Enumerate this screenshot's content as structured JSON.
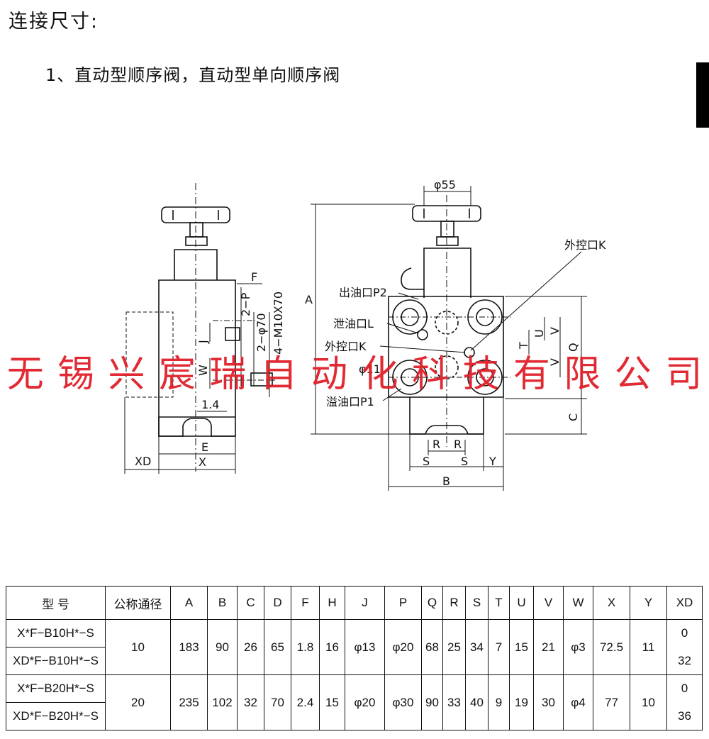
{
  "heading": "连接尺寸:",
  "subheading": "1、直动型顺序阀，直动型单向顺序阀",
  "watermark": [
    "无",
    "锡",
    "兴",
    "宸",
    "瑞",
    "自",
    "动",
    "化",
    "科",
    "技",
    "有",
    "限",
    "公",
    "司"
  ],
  "drawing_labels": {
    "phi55": "φ55",
    "outer_k_top": "外控口K",
    "out_p2": "出油口P2",
    "drain_l": "泄油口L",
    "outer_k": "外控口K",
    "phi11": "φ11",
    "relief_p1": "溢油口P1",
    "A": "A",
    "F": "F",
    "P2": "2−P",
    "phi70": "2−φ70",
    "J": "J",
    "W": "W",
    "M": "4−M10X70",
    "d14": "1.4",
    "E": "E",
    "XD": "XD",
    "X": "X",
    "Q": "Q",
    "C": "C",
    "U": "U",
    "V": "V",
    "T": "T",
    "V2": "V",
    "R1": "R",
    "R2": "R",
    "S1": "S",
    "S2": "S",
    "Y": "Y",
    "B": "B"
  },
  "table": {
    "headers": [
      "型 号",
      "公称通径",
      "A",
      "B",
      "C",
      "D",
      "F",
      "H",
      "J",
      "P",
      "Q",
      "R",
      "S",
      "T",
      "U",
      "V",
      "W",
      "X",
      "Y",
      "XD"
    ],
    "groups": [
      {
        "models": [
          "X*F−B10H*−S",
          "XD*F−B10H*−S"
        ],
        "values": [
          "10",
          "183",
          "90",
          "26",
          "65",
          "1.8",
          "16",
          "φ13",
          "φ20",
          "68",
          "25",
          "34",
          "7",
          "15",
          "21",
          "φ3",
          "72.5",
          "11"
        ],
        "xd": [
          "0",
          "32"
        ]
      },
      {
        "models": [
          "X*F−B20H*−S",
          "XD*F−B20H*−S"
        ],
        "values": [
          "20",
          "235",
          "102",
          "32",
          "70",
          "2.4",
          "15",
          "φ20",
          "φ30",
          "90",
          "33",
          "40",
          "9",
          "19",
          "30",
          "φ4",
          "77",
          "10"
        ],
        "xd": [
          "0",
          "36"
        ]
      }
    ]
  }
}
